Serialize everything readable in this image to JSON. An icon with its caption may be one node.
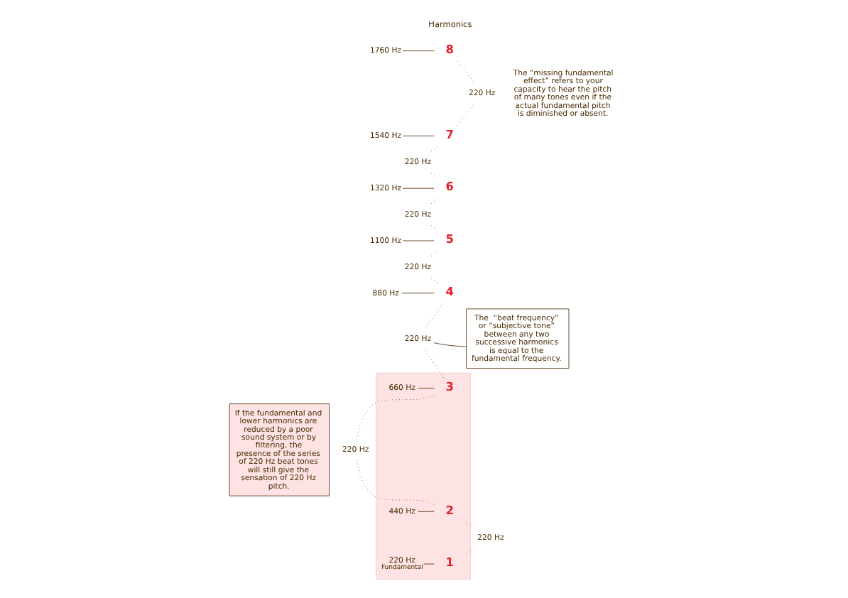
{
  "diagram": {
    "nodes": [
      {
        "text": [],
        "shape": "box"
      },
      {
        "text": [
          "1760 Hz"
        ]
      },
      {
        "text": [
          "8"
        ]
      },
      {
        "text": [
          "1540 Hz"
        ]
      },
      {
        "text": [
          "7"
        ]
      },
      {
        "text": [
          "1320 Hz"
        ]
      },
      {
        "text": [
          "6"
        ]
      },
      {
        "text": [
          "1100 Hz"
        ]
      },
      {
        "text": [
          "5"
        ]
      },
      {
        "text": [
          "880 Hz"
        ]
      },
      {
        "text": [
          "4"
        ]
      },
      {
        "text": [
          "660 Hz"
        ],
        "in": 0
      },
      {
        "text": [
          "3"
        ],
        "in": 0
      },
      {
        "text": [
          "440 Hz"
        ],
        "in": 0
      },
      {
        "text": [
          "2"
        ],
        "in": 0
      },
      {
        "text": [
          "220 Hz"
        ],
        "beside": [
          "Fundamental"
        ],
        "in": 0
      },
      {
        "text": [
          "1"
        ],
        "in": 0
      },
      {
        "text": [
          "220 Hz"
        ]
      },
      {
        "text": [
          "220 Hz"
        ]
      },
      {
        "text": [
          "220 Hz"
        ]
      },
      {
        "text": [
          "220 Hz"
        ]
      },
      {
        "text": [
          "220 Hz"
        ]
      },
      {
        "text": [
          "220 Hz"
        ]
      },
      {
        "text": [
          "220 Hz"
        ]
      },
      {
        "text": [
          "If the fundamental and lower harmonics are reduced by a poor sound system or by filtering, the presence of the series of 220 Hz beat tones will still give the sensation of 220 Hz pitch."
        ]
      },
      {
        "text": [
          "The  “beat frequency” or “subjective tone” between any two successive harmonics is equal to the fundamental frequency."
        ]
      }
    ],
    "edges": [
      {
        "from": 1,
        "to": 2,
        "arrow": "none"
      },
      {
        "from": 3,
        "to": 4,
        "arrow": "none"
      },
      {
        "from": 5,
        "to": 6,
        "arrow": "none"
      },
      {
        "from": 7,
        "to": 8,
        "arrow": "none"
      },
      {
        "from": 9,
        "to": 10,
        "arrow": "none"
      },
      {
        "from": 11,
        "to": 12,
        "arrow": "none"
      },
      {
        "from": 13,
        "to": 14,
        "arrow": "none"
      },
      {
        "from": 15,
        "to": 16,
        "arrow": "none"
      },
      {
        "from": 2,
        "to": 17,
        "arrow": "none",
        "style": "dashed"
      },
      {
        "from": 4,
        "to": 17,
        "arrow": "none",
        "style": "dashed"
      },
      {
        "from": 4,
        "to": 18,
        "arrow": "none",
        "style": "dashed"
      },
      {
        "from": 6,
        "to": 18,
        "arrow": "none",
        "style": "dashed"
      },
      {
        "from": 6,
        "to": 19,
        "arrow": "none",
        "style": "dashed"
      },
      {
        "from": 8,
        "to": 19,
        "arrow": "none",
        "style": "dashed"
      },
      {
        "from": 8,
        "to": 20,
        "arrow": "none",
        "style": "dashed"
      },
      {
        "from": 10,
        "to": 20,
        "arrow": "none",
        "style": "dashed"
      },
      {
        "from": 10,
        "to": 21,
        "arrow": "none",
        "style": "dashed"
      },
      {
        "from": 12,
        "to": 21,
        "arrow": "none",
        "style": "dashed"
      },
      {
        "from": 12,
        "to": 22,
        "arrow": "none",
        "style": "dashed"
      },
      {
        "from": 14,
        "to": 22,
        "arrow": "none",
        "style": "dashed"
      },
      {
        "from": 14,
        "to": 23,
        "arrow": "none",
        "style": "dashed"
      },
      {
        "from": 16,
        "to": 23,
        "arrow": "none",
        "style": "dashed"
      },
      {
        "from": 25,
        "to": 21,
        "arrow": "none"
      }
    ],
    "labels": [
      "Harmonics",
      "The “missing fundamental effect” refers to your capacity to hear the pitch of many tones even if the actual fundamental pitch is diminished or absent."
    ]
  }
}
